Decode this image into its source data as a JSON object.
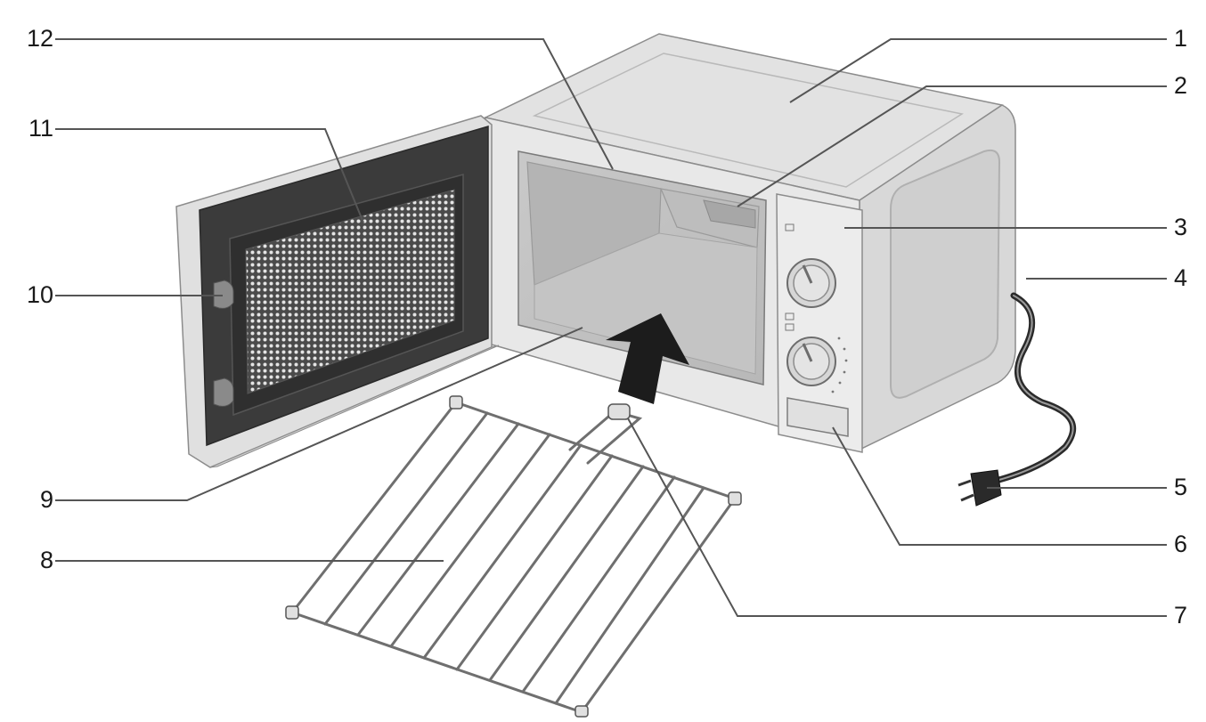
{
  "callouts": {
    "c1": "1",
    "c2": "2",
    "c3": "3",
    "c4": "4",
    "c5": "5",
    "c6": "6",
    "c7": "7",
    "c8": "8",
    "c9": "9",
    "c10": "10",
    "c11": "11",
    "c12": "12"
  },
  "colors": {
    "line": "#555555",
    "body_light": "#e6e6e6",
    "body_mid": "#cfcfcf",
    "body_dark": "#a9a9a9",
    "door_dark": "#3a3a3a",
    "arrow": "#1c1c1c"
  }
}
